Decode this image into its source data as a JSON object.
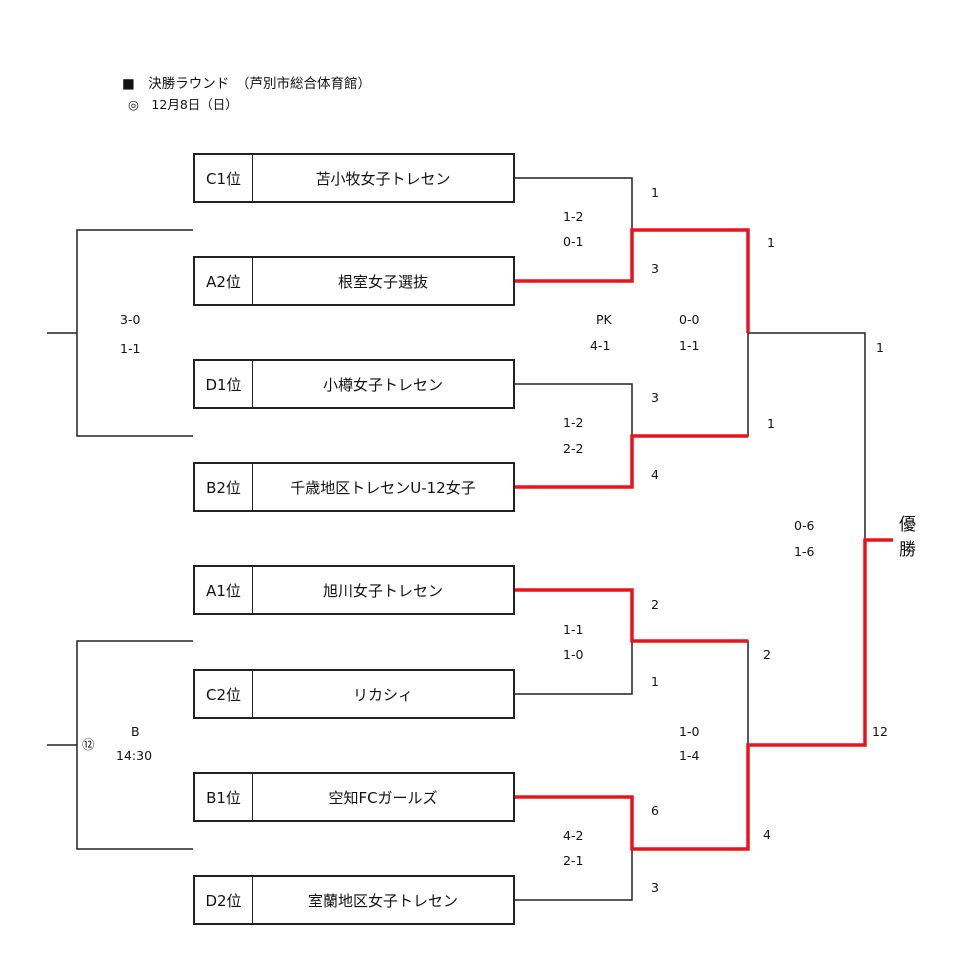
{
  "header": {
    "title": "■　決勝ラウンド　（芦別市総合体育館）",
    "date": "◎　12月8日（日）"
  },
  "teams": [
    {
      "rank": "C1位",
      "name": "苫小牧女子トレセン"
    },
    {
      "rank": "A2位",
      "name": "根室女子選抜"
    },
    {
      "rank": "D1位",
      "name": "小樽女子トレセン"
    },
    {
      "rank": "B2位",
      "name": "千歳地区トレセンU-12女子"
    },
    {
      "rank": "A1位",
      "name": "旭川女子トレセン"
    },
    {
      "rank": "C2位",
      "name": "リカシィ"
    },
    {
      "rank": "B1位",
      "name": "空知FCガールズ"
    },
    {
      "rank": "D2位",
      "name": "室蘭地区女子トレセン"
    }
  ],
  "round1": [
    {
      "half1": "1-2",
      "half2": "0-1",
      "top_total": "1",
      "bottom_total": "3"
    },
    {
      "half1": "1-2",
      "half2": "2-2",
      "top_total": "3",
      "bottom_total": "4"
    },
    {
      "half1": "1-1",
      "half2": "1-0",
      "top_total": "2",
      "bottom_total": "1"
    },
    {
      "half1": "4-2",
      "half2": "2-1",
      "top_total": "6",
      "bottom_total": "3"
    }
  ],
  "semi1": {
    "pk_label": "PK",
    "pk_score": "4-1",
    "half1": "0-0",
    "half2": "1-1",
    "top_total": "1",
    "bottom_total": "1"
  },
  "semi2": {
    "half1": "1-0",
    "half2": "1-4",
    "top_total": "2",
    "bottom_total": "4"
  },
  "final": {
    "half1": "0-6",
    "half2": "1-6",
    "top_total": "1",
    "bottom_total": "12"
  },
  "champion": {
    "char1": "優",
    "char2": "勝"
  },
  "side_top": {
    "half1": "3-0",
    "half2": "1-1"
  },
  "side_bottom": {
    "match_no": "⑫",
    "court": "B",
    "time": "14:30"
  },
  "colors": {
    "winner_line": "#e8141c",
    "line": "#222222"
  }
}
